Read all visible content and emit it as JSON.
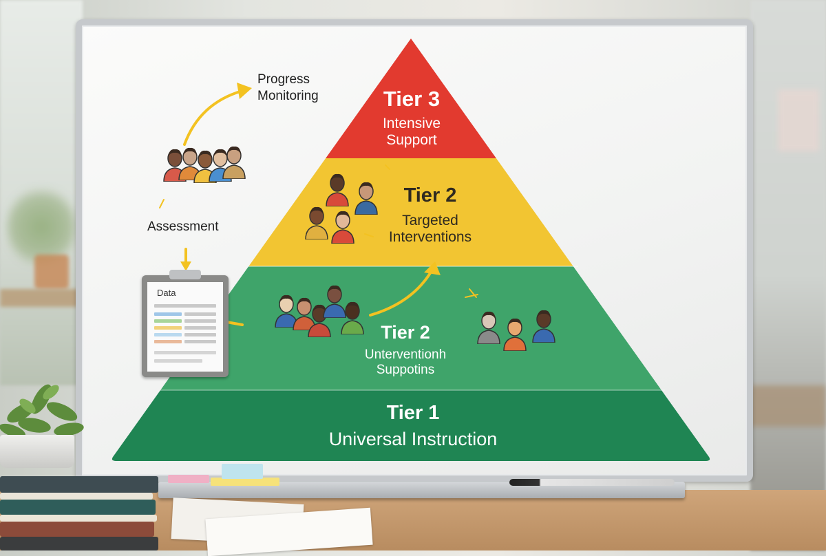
{
  "pyramid": {
    "tiers": [
      {
        "title": "Tier 3",
        "subtitle_lines": [
          "Intensive",
          "Support"
        ],
        "color": "#e23a2f"
      },
      {
        "title": "Tier 2",
        "subtitle_lines": [
          "Targeted",
          "Interventions"
        ],
        "color": "#f2c532"
      },
      {
        "title": "Tier 2",
        "subtitle_lines": [
          "Unterventionh",
          "Suppotins"
        ],
        "color": "#3fa46a"
      },
      {
        "title": "Tier 1",
        "subtitle_lines": [
          "Universal Instruction"
        ],
        "color": "#1f8553"
      }
    ]
  },
  "side_labels": {
    "progress_monitoring": [
      "Progress",
      "Monitoring"
    ],
    "assessment": "Assessment",
    "data": "Data"
  },
  "colors": {
    "arrow": "#f3c221",
    "board_frame": "#c6c9cc"
  }
}
